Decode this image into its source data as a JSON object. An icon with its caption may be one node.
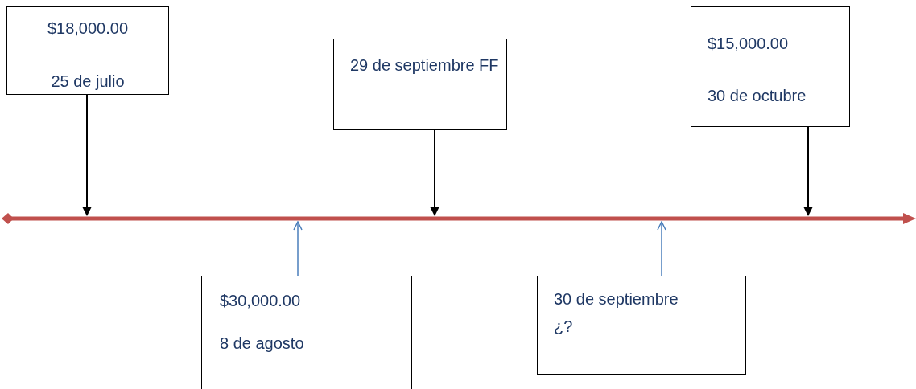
{
  "diagram": {
    "nodes": [
      {
        "text": [
          "$18,000.00",
          "25 de julio"
        ]
      },
      {
        "text": [
          "29 de septiembre FF"
        ]
      },
      {
        "text": [
          "$15,000.00",
          "30 de octubre"
        ]
      },
      {
        "text": [
          "$30,000.00",
          "8 de agosto"
        ]
      },
      {
        "text": [
          "30 de septiembre",
          "¿?"
        ]
      },
      {
        "text": [],
        "shape": "line"
      }
    ],
    "edges": [
      {
        "from": 0,
        "to": 5,
        "arrow": "to"
      },
      {
        "from": 3,
        "to": 5,
        "arrow": "to",
        "color": "#4a7ebb"
      },
      {
        "from": 1,
        "to": 5,
        "arrow": "to"
      },
      {
        "from": 4,
        "to": 5,
        "arrow": "to",
        "color": "#4a7ebb"
      },
      {
        "from": 2,
        "to": 5,
        "arrow": "to"
      }
    ]
  }
}
